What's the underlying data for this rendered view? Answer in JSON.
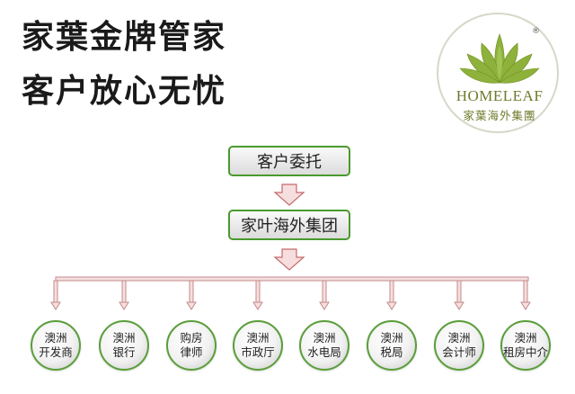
{
  "headline": {
    "line1": "家葉金牌管家",
    "line2": "客户放心无忧"
  },
  "logo": {
    "name": "HOMELEAF",
    "subtitle": "家葉海外集團",
    "registered": "®",
    "leaf_color": "#8db13a",
    "text_color": "#6f7a2b"
  },
  "flow": {
    "step1": "客户委托",
    "step2": "家叶海外集团"
  },
  "partners": [
    {
      "line1": "澳洲",
      "line2": "开发商"
    },
    {
      "line1": "澳洲",
      "line2": "银行"
    },
    {
      "line1": "购房",
      "line2": "律师"
    },
    {
      "line1": "澳洲",
      "line2": "市政厅"
    },
    {
      "line1": "澳洲",
      "line2": "水电局"
    },
    {
      "line1": "澳洲",
      "line2": "税局"
    },
    {
      "line1": "澳洲",
      "line2": "会计师"
    },
    {
      "line1": "澳洲",
      "line2": "租房中介"
    }
  ],
  "colors": {
    "box_border": "#4a9a2e",
    "circle_border": "#5a9e3a",
    "connector": "#c48a8a",
    "arrow_fill": "#f7dede",
    "arrow_stroke": "#c46a6a"
  }
}
